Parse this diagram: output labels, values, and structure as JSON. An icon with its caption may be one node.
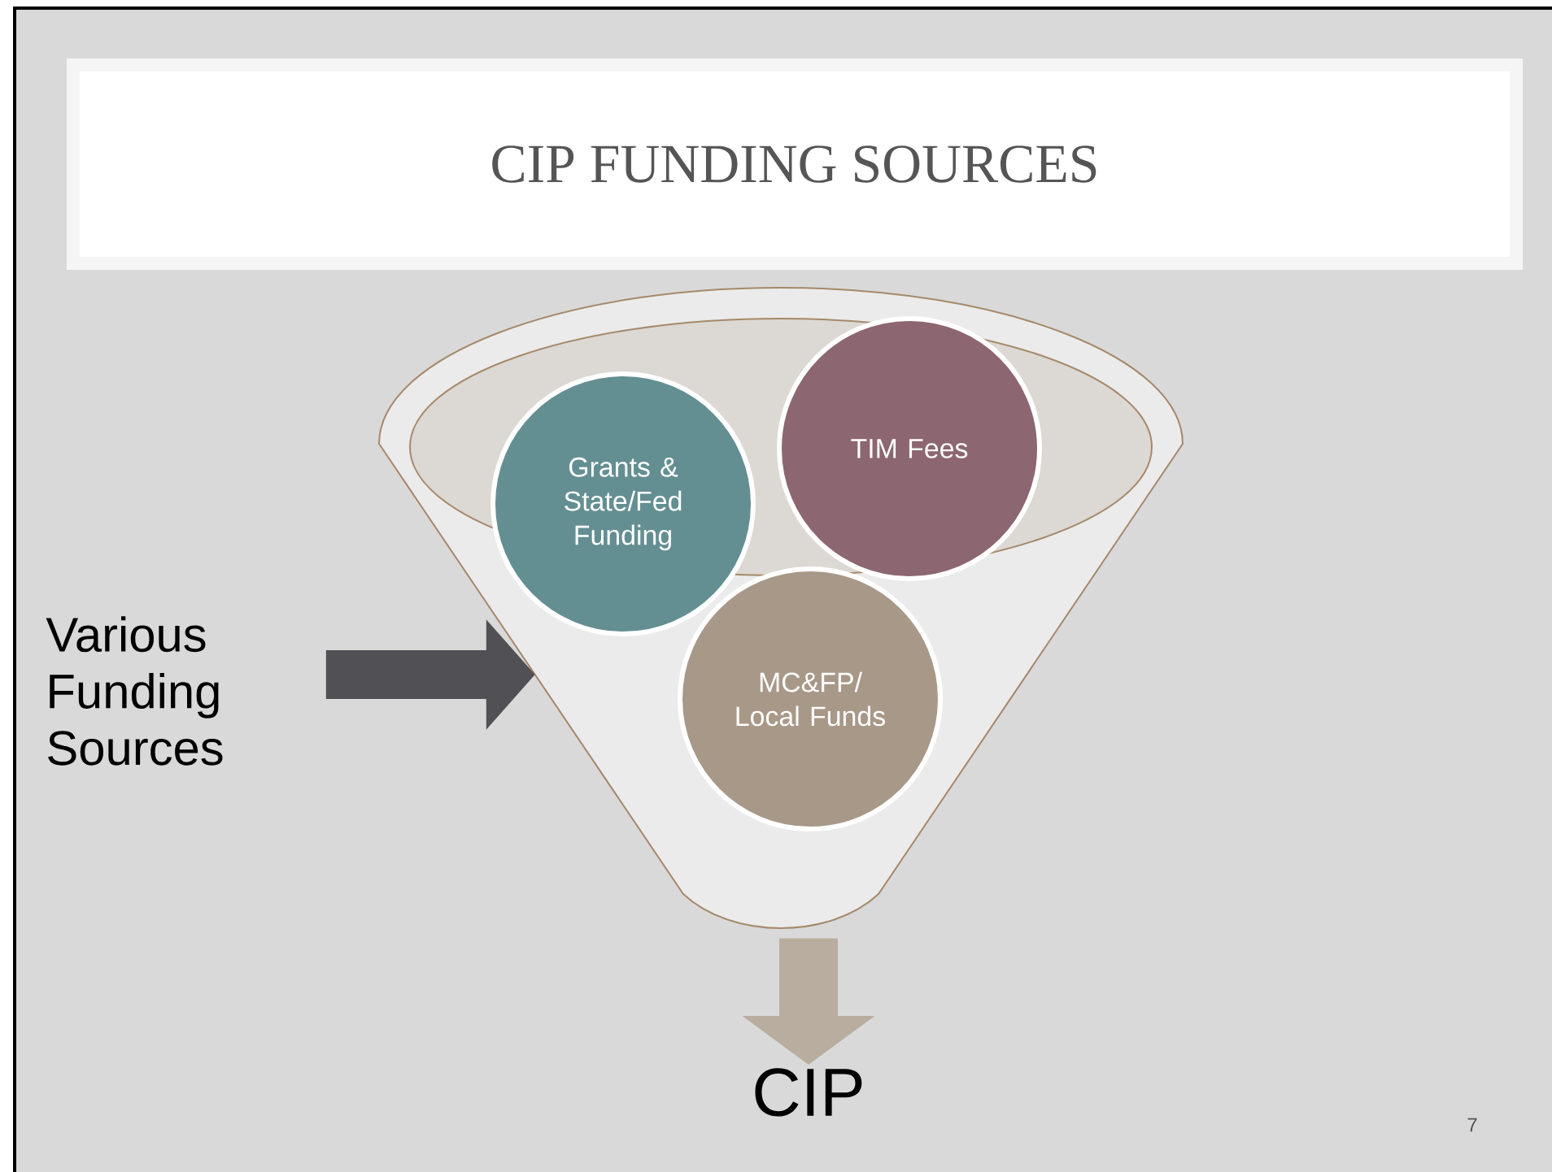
{
  "diagram": {
    "title": "CIP FUNDING SOURCES",
    "nodes": [
      {
        "text": [
          "Various Funding Sources"
        ]
      },
      {
        "text": [],
        "shape": "funnel"
      },
      {
        "text": [
          "Grants & State/Fed Funding"
        ],
        "in": 1
      },
      {
        "text": [
          "TIM Fees"
        ],
        "in": 1
      },
      {
        "text": [
          "MC&FP/ Local Funds"
        ],
        "in": 1
      },
      {
        "text": [
          "CIP"
        ]
      }
    ],
    "edges": [
      {
        "from": 0,
        "to": 1,
        "arrow": "to"
      },
      {
        "from": 1,
        "to": 5,
        "arrow": "to",
        "color": "#b8ad9f"
      }
    ],
    "labels": [
      "7"
    ]
  }
}
